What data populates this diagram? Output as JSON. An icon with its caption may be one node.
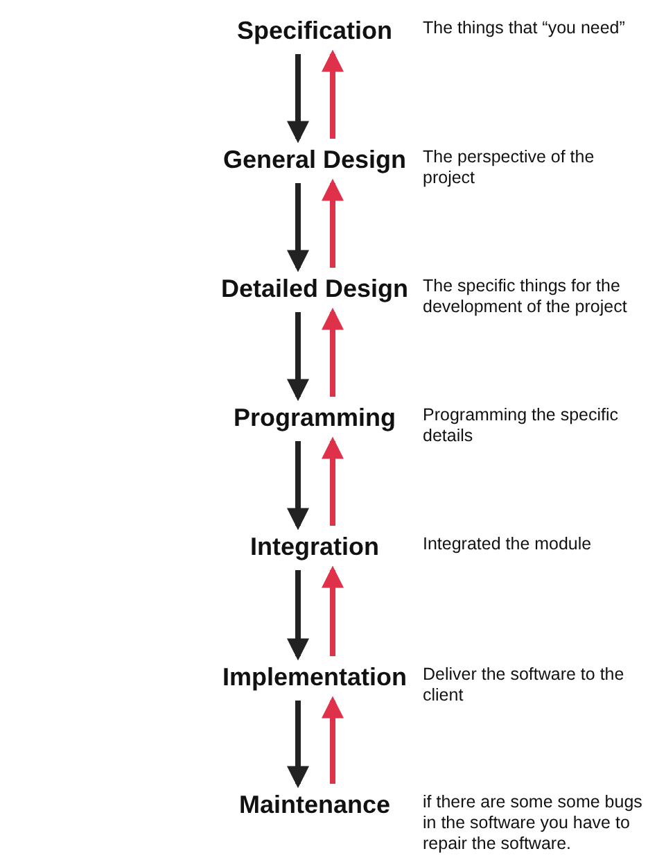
{
  "diagram": {
    "nodes": [
      {
        "text": [
          "Specification"
        ],
        "beside": [
          "The things that “you need”"
        ]
      },
      {
        "text": [
          "General Design"
        ],
        "beside": [
          "The perspective of the project"
        ]
      },
      {
        "text": [
          "Detailed Design"
        ],
        "beside": [
          "The specific things for the development of the project"
        ]
      },
      {
        "text": [
          "Programming"
        ],
        "beside": [
          "Programming the specific details"
        ]
      },
      {
        "text": [
          "Integration"
        ],
        "beside": [
          "Integrated the module"
        ]
      },
      {
        "text": [
          "Implementation"
        ],
        "beside": [
          "Deliver the software to the client"
        ]
      },
      {
        "text": [
          "Maintenance"
        ],
        "beside": [
          "if there are some some bugs in the software you have to repair the software."
        ]
      }
    ],
    "edges": [
      {
        "from": 0,
        "to": 1,
        "arrow": "to"
      },
      {
        "from": 1,
        "to": 0,
        "arrow": "to",
        "color": "#e0314b"
      },
      {
        "from": 1,
        "to": 2,
        "arrow": "to"
      },
      {
        "from": 2,
        "to": 1,
        "arrow": "to",
        "color": "#e0314b"
      },
      {
        "from": 2,
        "to": 3,
        "arrow": "to"
      },
      {
        "from": 3,
        "to": 2,
        "arrow": "to",
        "color": "#e0314b"
      },
      {
        "from": 3,
        "to": 4,
        "arrow": "to"
      },
      {
        "from": 4,
        "to": 3,
        "arrow": "to",
        "color": "#e0314b"
      },
      {
        "from": 4,
        "to": 5,
        "arrow": "to"
      },
      {
        "from": 5,
        "to": 4,
        "arrow": "to",
        "color": "#e0314b"
      },
      {
        "from": 5,
        "to": 6,
        "arrow": "to"
      },
      {
        "from": 6,
        "to": 5,
        "arrow": "to",
        "color": "#e0314b"
      }
    ]
  }
}
